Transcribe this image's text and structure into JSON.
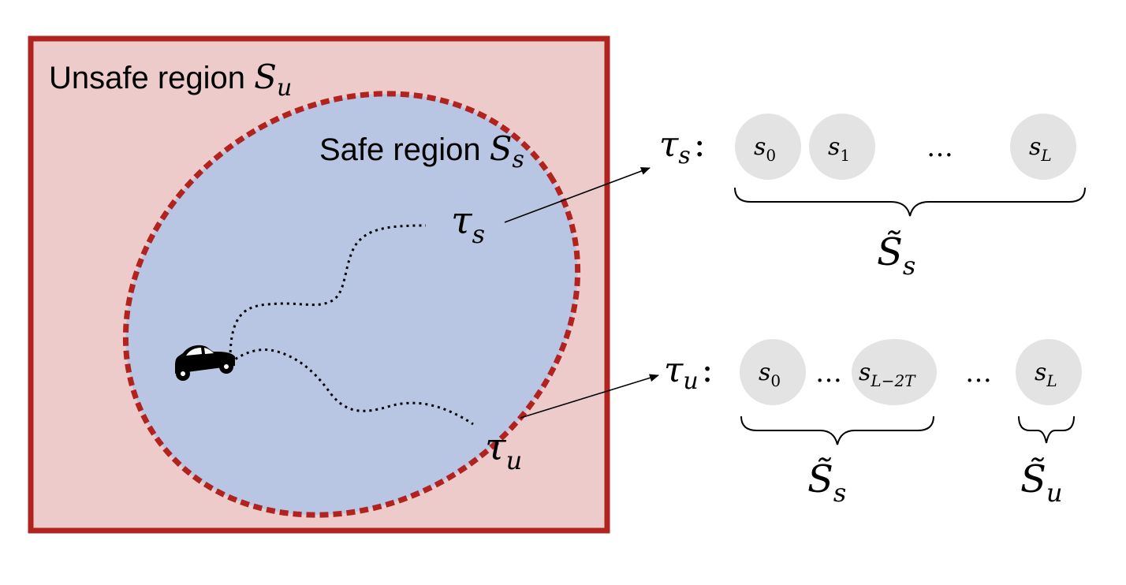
{
  "colors": {
    "unsafe_fill": "#eecbcb",
    "unsafe_border": "#b2221e",
    "safe_fill": "#b8c5e3",
    "state_node": "#e3e3e3",
    "ink": "#000000"
  },
  "unsafe_region": {
    "label": "Unsafe region ",
    "symbol": "S",
    "subscript": "u"
  },
  "safe_region": {
    "label": "Safe region ",
    "symbol": "S",
    "subscript": "s"
  },
  "trajectory_labels": {
    "safe": {
      "symbol": "τ",
      "subscript": "s"
    },
    "unsafe": {
      "symbol": "τ",
      "subscript": "u"
    }
  },
  "sequence_safe": {
    "head": {
      "symbol": "τ",
      "subscript": "s",
      "colon": ":"
    },
    "nodes": [
      {
        "symbol": "s",
        "subscript": "0"
      },
      {
        "symbol": "s",
        "subscript": "1"
      },
      {
        "symbol": "s",
        "subscript": "L"
      }
    ],
    "ellipsis": "…",
    "brace_label": {
      "symbol": "S̃",
      "subscript": "s"
    }
  },
  "sequence_unsafe": {
    "head": {
      "symbol": "τ",
      "subscript": "u",
      "colon": ":"
    },
    "nodes": [
      {
        "symbol": "s",
        "subscript": "0"
      },
      {
        "symbol": "s",
        "subscript": "L−2T"
      },
      {
        "symbol": "s",
        "subscript": "L"
      }
    ],
    "ellipsis_1": "…",
    "ellipsis_2": "…",
    "brace_label_safe": {
      "symbol": "S̃",
      "subscript": "s"
    },
    "brace_label_unsafe": {
      "symbol": "S̃",
      "subscript": "u"
    }
  },
  "icons": {
    "vehicle": "car-icon"
  }
}
